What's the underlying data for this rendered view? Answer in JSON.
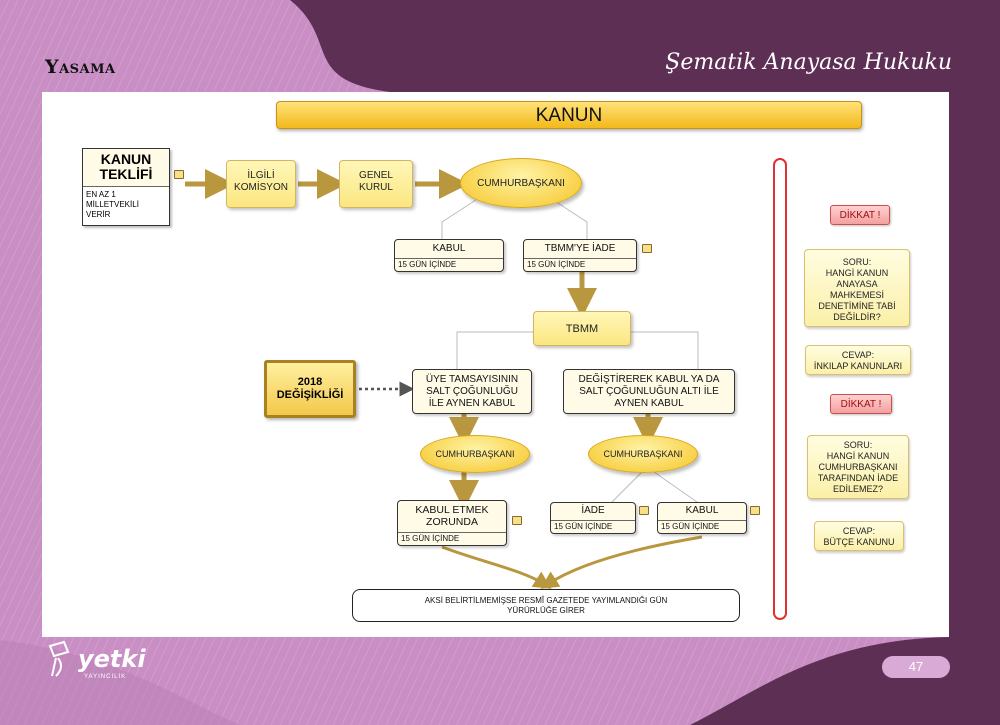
{
  "header": {
    "section": "Yasama",
    "book_title": "Şematik Anayasa Hukuku"
  },
  "title": "KANUN",
  "nodes": {
    "kanun_teklifi": {
      "label": "KANUN\nTEKLİFİ",
      "sub": "EN AZ 1\nMİLLETVEKİLİ\nVERİR"
    },
    "komisyon": "İLGİLİ\nKOMİSYON",
    "genel_kurul": "GENEL\nKURUL",
    "cumhurbaskani_1": "CUMHURBAŞKANI",
    "kabul_1": {
      "label": "KABUL",
      "sub": "15 GÜN İÇİNDE"
    },
    "tbmm_iade": {
      "label": "TBMM'YE İADE",
      "sub": "15 GÜN İÇİNDE"
    },
    "tbmm": "TBMM",
    "degisiklik_2018": "2018\nDEĞİŞİKLİĞİ",
    "uye_tamsayi": "ÜYE TAMSAYISININ\nSALT ÇOĞUNLUĞU\nİLE AYNEN KABUL",
    "degistirerek": "DEĞİŞTİREREK KABUL YA DA\nSALT ÇOĞUNLUĞUN ALTI İLE\nAYNEN KABUL",
    "cumhurbaskani_2": "CUMHURBAŞKANI",
    "cumhurbaskani_3": "CUMHURBAŞKANI",
    "kabul_zorunda": {
      "label": "KABUL ETMEK\nZORUNDA",
      "sub": "15 GÜN İÇİNDE"
    },
    "iade_2": {
      "label": "İADE",
      "sub": "15 GÜN İÇİNDE"
    },
    "kabul_2": {
      "label": "KABUL",
      "sub": "15 GÜN İÇİNDE"
    },
    "resmi_gazete": "AKSİ BELİRTİLMEMİŞSE RESMÎ GAZETEDE YAYIMLANDIĞI GÜN\nYÜRÜRLÜĞE GİRER"
  },
  "sidebar": {
    "dikkat_1": "DİKKAT !",
    "soru_1": "SORU:\nHANGİ KANUN\nANAYASA\nMAHKEMESİ\nDENETİMİNE TABİ\nDEĞİLDİR?",
    "cevap_1": "CEVAP:\nİNKILAP KANUNLARI",
    "dikkat_2": "DİKKAT !",
    "soru_2": "SORU:\nHANGİ KANUN\nCUMHURBAŞKANI\nTARAFINDAN İADE\nEDİLEMEZ?",
    "cevap_2": "CEVAP:\nBÜTÇE KANUNU"
  },
  "footer": {
    "logo": "yetki",
    "logo_sub": "YAYINCILIK",
    "page_number": "47"
  },
  "colors": {
    "background": "#c98fc4",
    "dark_band": "#5e2f55",
    "box_yellow": "#fbe680",
    "arrow": "#b8973e",
    "sidebar_border": "#e03030"
  }
}
